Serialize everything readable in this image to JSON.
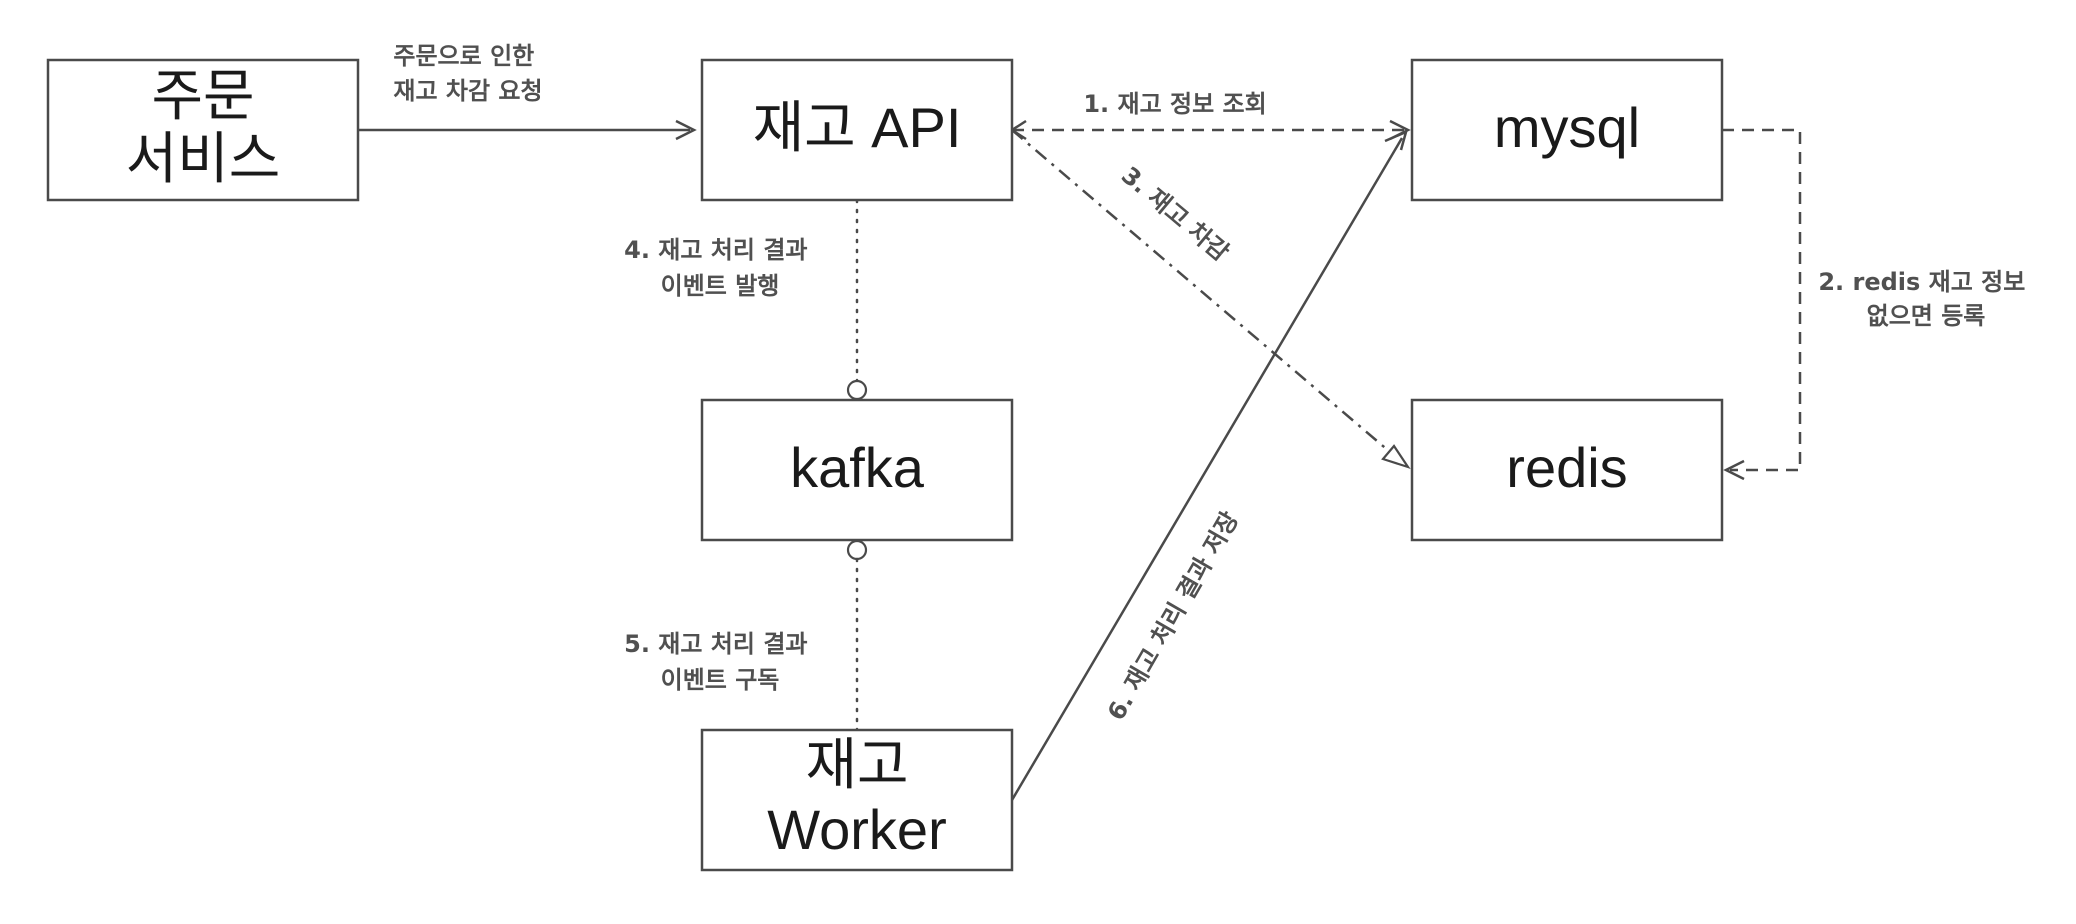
{
  "nodes": {
    "order_service": {
      "lines": [
        "주문",
        "서비스"
      ]
    },
    "stock_api": {
      "lines": [
        "재고 API"
      ]
    },
    "mysql": {
      "lines": [
        "mysql"
      ]
    },
    "redis": {
      "lines": [
        "redis"
      ]
    },
    "kafka": {
      "lines": [
        "kafka"
      ]
    },
    "stock_worker": {
      "lines": [
        "재고",
        "Worker"
      ]
    }
  },
  "edges": {
    "order_to_api": {
      "label": [
        "주문으로 인한",
        "재고 차감 요청"
      ]
    },
    "api_to_mysql": {
      "label": [
        "1. 재고 정보 조회"
      ]
    },
    "mysql_to_redis": {
      "label": [
        "2. redis 재고 정보",
        "없으면 등록"
      ]
    },
    "api_to_redis": {
      "label": [
        "3. 재고 차감"
      ]
    },
    "api_to_kafka": {
      "label": [
        "4. 재고 처리 결과",
        "이벤트 발행"
      ]
    },
    "kafka_to_worker": {
      "label": [
        "5. 재고 처리 결과",
        "이벤트 구독"
      ]
    },
    "worker_to_mysql": {
      "label": [
        "6. 재고 처리 결과 저장"
      ]
    }
  }
}
